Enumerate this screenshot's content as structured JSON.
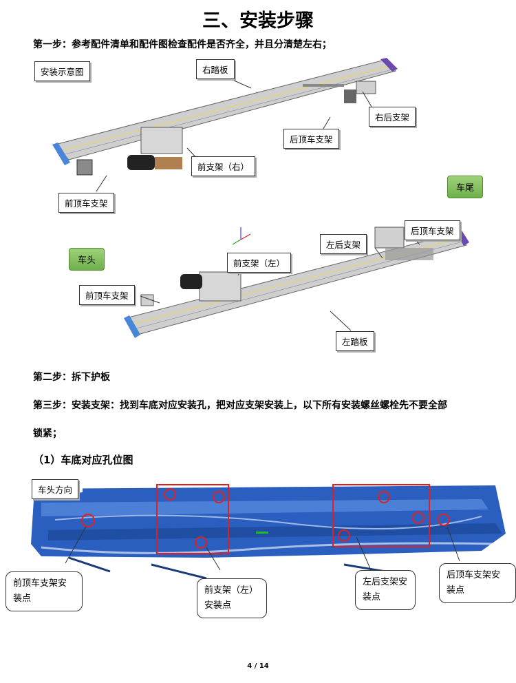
{
  "title": "三、安装步骤",
  "step1": "第一步：参考配件清单和配件图检查配件是否齐全，并且分清楚左右；",
  "diagram_labels": {
    "install_diagram": "安装示意图",
    "right_board": "右踏板",
    "right_rear_bracket": "右后支架",
    "rear_roof_bracket_top": "后顶车支架",
    "front_bracket_right": "前支架（右）",
    "front_roof_bracket_top": "前顶车支架",
    "car_tail": "车尾",
    "car_head": "车头",
    "rear_roof_bracket_bottom": "后顶车支架",
    "left_rear_bracket": "左后支架",
    "front_bracket_left": "前支架（左）",
    "front_roof_bracket_bottom": "前顶车支架",
    "left_board": "左踏板"
  },
  "step2": "第二步：拆下护板",
  "step3_line1": "第三步：安装支架：找到车底对应安装孔，把对应支架安装上，以下所有安装螺丝螺栓先不要全部",
  "step3_line2": "锁紧；",
  "section1": "（1）车底对应孔位图",
  "underbody": {
    "direction": "车头方向",
    "front_roof_point": "前顶车支架安装点",
    "front_left_point": "前支架（左）安装点",
    "left_rear_point": "左后支架安装点",
    "rear_roof_point": "后顶车支架安装点"
  },
  "page_number": "4 / 14",
  "colors": {
    "board_gray": "#c9c9c9",
    "end_cap": "#4a86d8",
    "underbody_blue": "#2a5fc0",
    "marker_red": "#e02020",
    "button_green": "#7cbc55"
  }
}
